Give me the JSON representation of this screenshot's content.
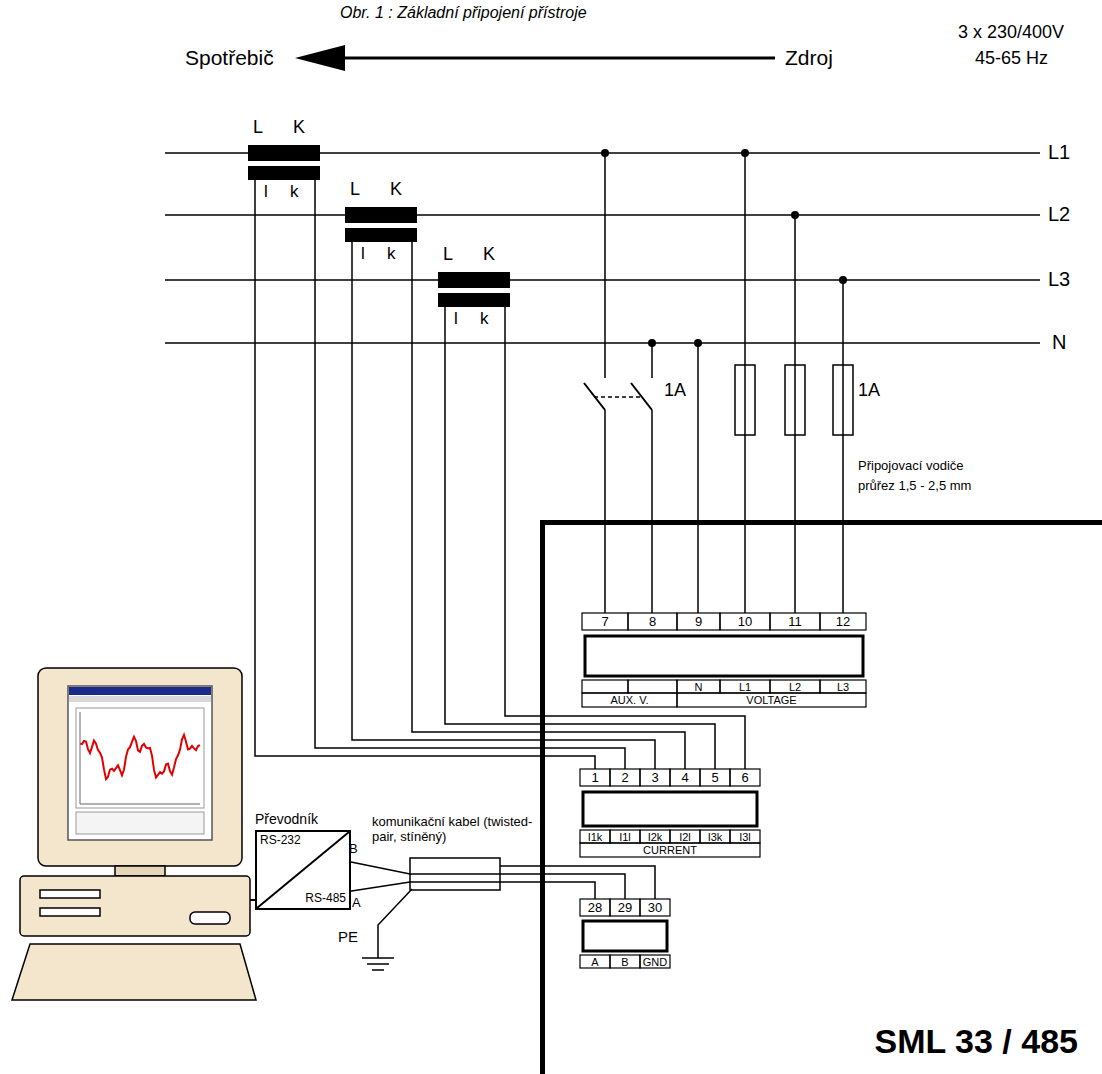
{
  "diagram": {
    "title": "Obr. 1 : Základní připojení přístroje",
    "nodes": [
      {
        "text": [
          "SML 33 / 485"
        ]
      },
      {
        "text": [
          "Převodník",
          "RS-232",
          "RS-485"
        ]
      }
    ],
    "edges": [
      {
        "from": 1,
        "to": 0,
        "arrow": "none",
        "label": "komunikační kabel (twisted-pair, stíněný)"
      }
    ],
    "labels": [
      "Spotřebič",
      "Zdroj",
      "3 x 230/400V",
      "45-65 Hz",
      "L",
      "K",
      "l",
      "k",
      "L",
      "K",
      "l",
      "k",
      "L",
      "K",
      "l",
      "k",
      "L1",
      "L2",
      "L3",
      "N",
      "1A",
      "1A",
      "Připojovací vodiče průřez 1,5 - 2,5 mm",
      "7",
      "8",
      "9",
      "10",
      "11",
      "12",
      "N",
      "L1",
      "L2",
      "L3",
      "AUX. V.",
      "VOLTAGE",
      "1",
      "2",
      "3",
      "4",
      "5",
      "6",
      "I1k",
      "I1l",
      "I2k",
      "I2l",
      "I3k",
      "I3l",
      "CURRENT",
      "28",
      "29",
      "30",
      "A",
      "B",
      "GND",
      "B",
      "A",
      "PE"
    ]
  }
}
